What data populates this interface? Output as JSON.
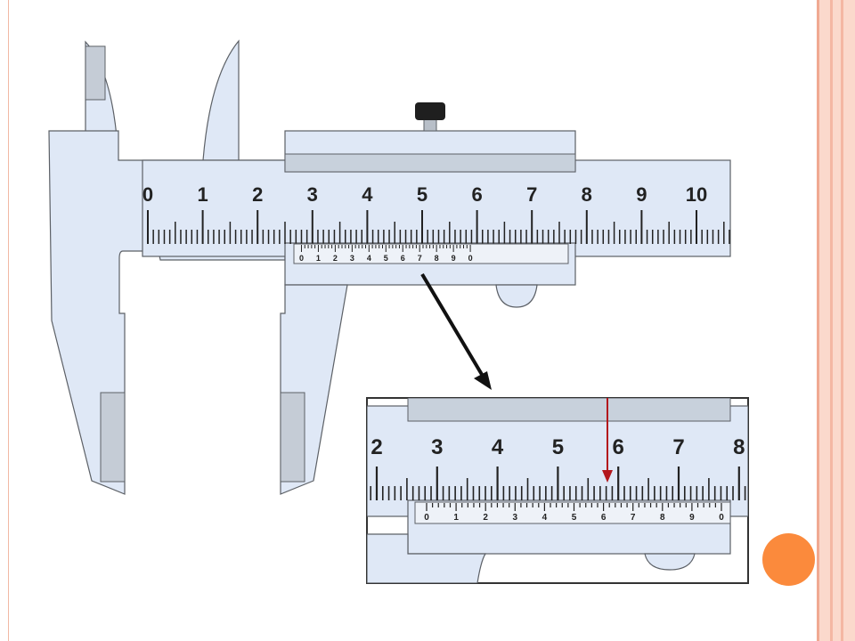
{
  "diagram": {
    "subject": "vernier-caliper",
    "main_scale_labels": [
      "0",
      "1",
      "2",
      "3",
      "4",
      "5",
      "6",
      "7",
      "8",
      "9",
      "10"
    ],
    "vernier_scale_labels": [
      "0",
      "1",
      "2",
      "3",
      "4",
      "5",
      "6",
      "7",
      "8",
      "9",
      "0"
    ],
    "zoom_main_scale_labels": [
      "2",
      "3",
      "4",
      "5",
      "6",
      "7",
      "8"
    ],
    "zoom_vernier_scale_labels": [
      "0",
      "1",
      "2",
      "3",
      "4",
      "5",
      "6",
      "7",
      "8",
      "9",
      "0"
    ],
    "vernier_zero_reading": 2.8,
    "aligned_vernier_division": 6
  },
  "colors": {
    "body_fill": "#dfe8f6",
    "outline": "#5c6066",
    "tick": "#222222",
    "pointer_arrow": "#b3171c",
    "accent_dot": "#fb8a3c",
    "frame": "#fbd9cc"
  }
}
